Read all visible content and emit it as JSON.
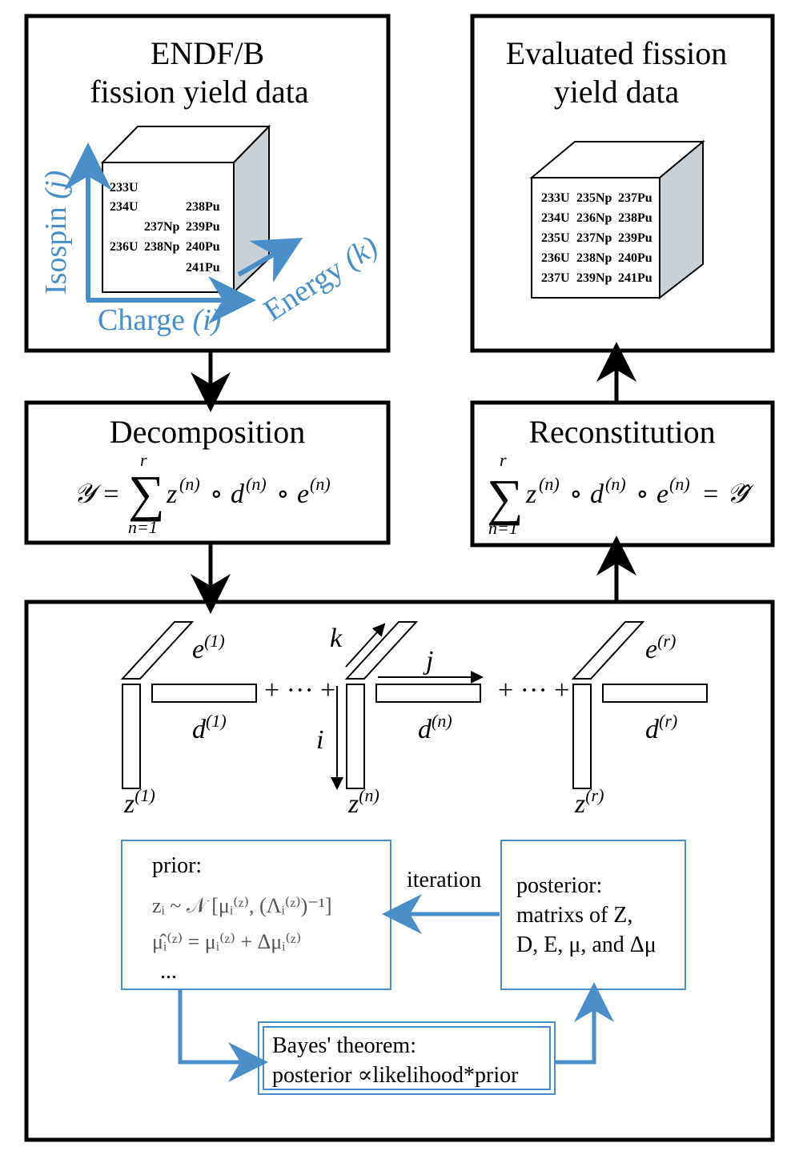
{
  "input_box": {
    "title_line1": "ENDF/B",
    "title_line2": "fission yield data",
    "isotopes": [
      "233U",
      "234U",
      "238Pu",
      "237Np",
      "239Pu",
      "236U",
      "238Np",
      "240Pu",
      "241Pu"
    ],
    "axis_isospin": "Isospin",
    "axis_isospin_var": "(j)",
    "axis_charge": "Charge",
    "axis_charge_var": "(i)",
    "axis_energy": "Energy",
    "axis_energy_var": "(k)"
  },
  "output_box": {
    "title_line1": "Evaluated fission",
    "title_line2": "yield data",
    "isotope_rows": [
      [
        "233U",
        "235Np",
        "237Pu"
      ],
      [
        "234U",
        "236Np",
        "238Pu"
      ],
      [
        "235U",
        "237Np",
        "239Pu"
      ],
      [
        "236U",
        "238Np",
        "240Pu"
      ],
      [
        "237U",
        "239Np",
        "241Pu"
      ]
    ]
  },
  "decomposition": {
    "title": "Decomposition",
    "lhs": "𝒴 =",
    "sum_upper": "r",
    "sum_lower": "n=1",
    "product": "z",
    "sup": "(n)"
  },
  "reconstitution": {
    "title": "Reconstitution",
    "sum_upper": "r",
    "sum_lower": "n=1",
    "rhs": "= 𝒴̂"
  },
  "factors": {
    "e1": "e",
    "e1_sup": "(1)",
    "d1": "d",
    "d1_sup": "(1)",
    "z1": "z",
    "z1_sup": "(1)",
    "en_k": "k",
    "en_j": "j",
    "en_i": "i",
    "dn": "d",
    "dn_sup": "(n)",
    "zn": "z",
    "zn_sup": "(n)",
    "er": "e",
    "er_sup": "(r)",
    "dr": "d",
    "dr_sup": "(r)",
    "zr": "z",
    "zr_sup": "(r)",
    "plus_dots": "+ ··· +"
  },
  "prior": {
    "label": "prior:",
    "line1": "zᵢ ~ 𝒩 [μᵢ⁽ᶻ⁾, (Λᵢ⁽ᶻ⁾)⁻¹]",
    "line2": "μ̂ᵢ⁽ᶻ⁾ = μᵢ⁽ᶻ⁾ + Δμᵢ⁽ᶻ⁾",
    "ellipsis": "..."
  },
  "iteration_label": "iteration",
  "posterior": {
    "line1": "posterior:",
    "line2": "matrixs of  Z,",
    "line3": "D, E, μ, and Δμ"
  },
  "bayes": {
    "line1": "Bayes' theorem:",
    "line2": "posterior ∝likelihood*prior"
  },
  "colors": {
    "accent_blue": "#4a8ec9",
    "cube_side": "#c9d1d6",
    "border": "#000000"
  }
}
